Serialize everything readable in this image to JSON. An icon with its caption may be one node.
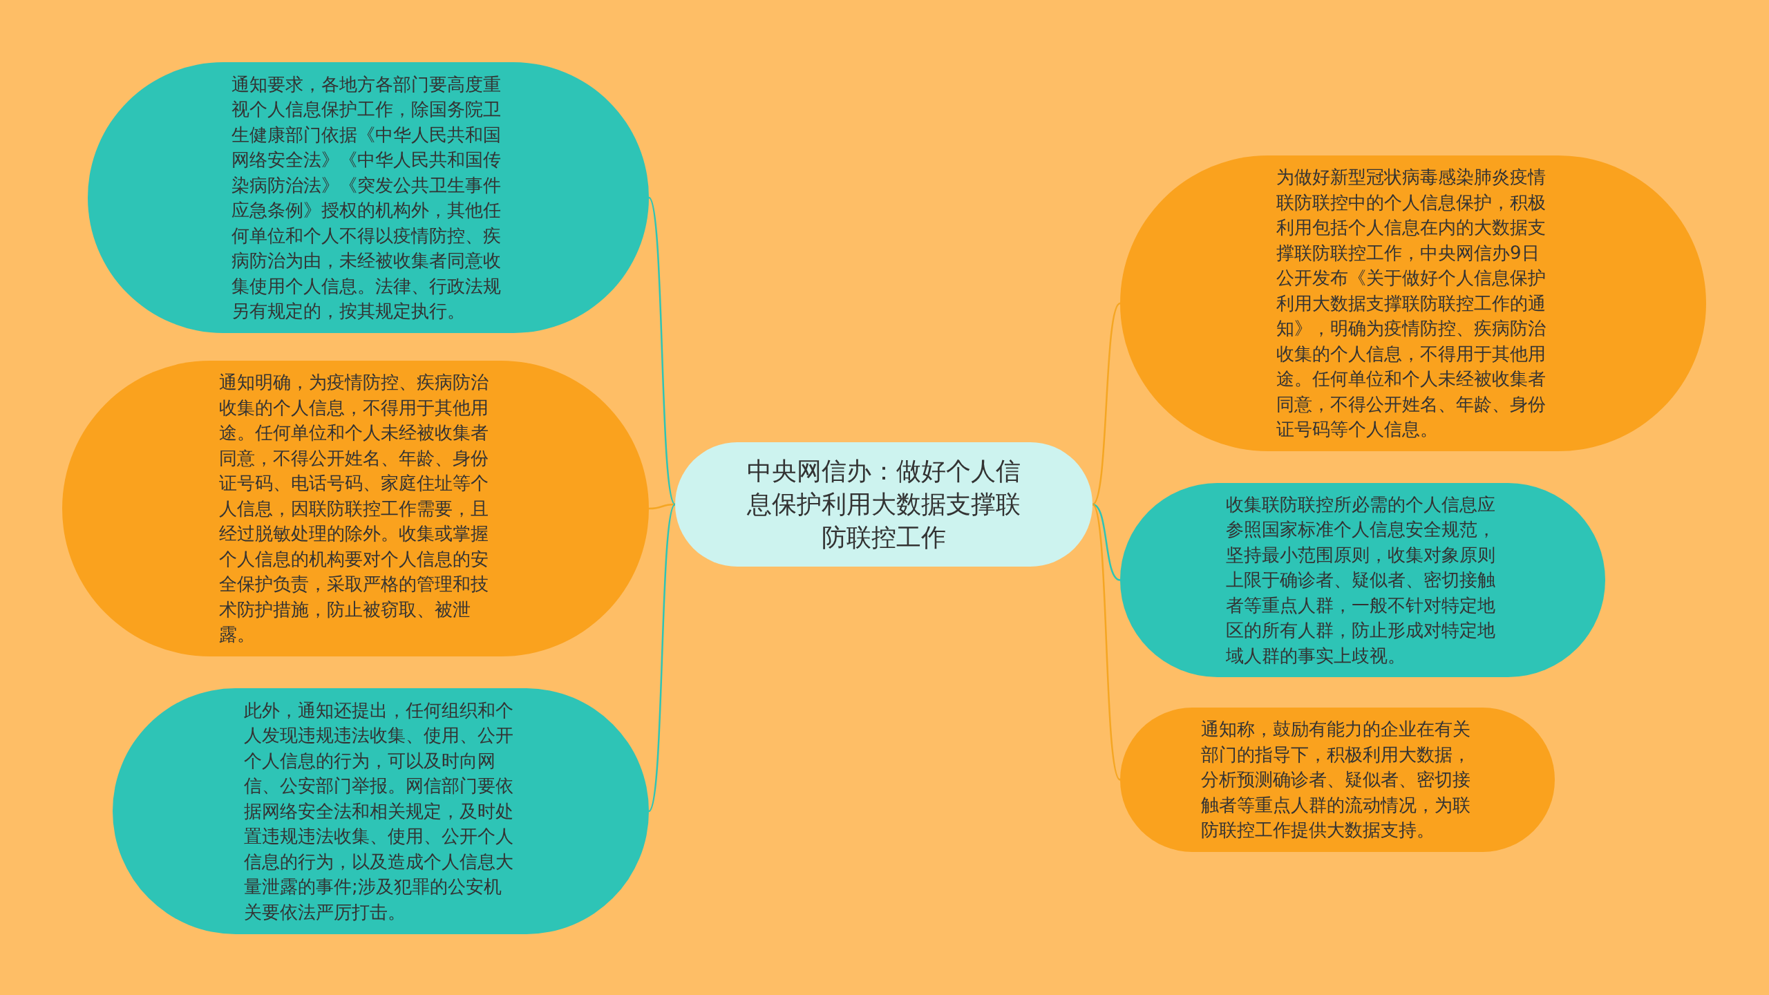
{
  "diagram": {
    "nodes": [
      {
        "text": [
          "中央网信办：做好个人信息保护利用大数据支撑联防联控工作"
        ]
      },
      {
        "text": [
          "通知要求，各地方各部门要高度重视个人信息保护工作，除国务院卫生健康部门依据《中华人民共和国网络安全法》《中华人民共和国传染病防治法》《突发公共卫生事件应急条例》授权的机构外，其他任何单位和个人不得以疫情防控、疾病防治为由，未经被收集者同意收集使用个人信息。法律、行政法规另有规定的，按其规定执行。"
        ]
      },
      {
        "text": [
          "通知明确，为疫情防控、疾病防治收集的个人信息，不得用于其他用途。任何单位和个人未经被收集者同意，不得公开姓名、年龄、身份证号码、电话号码、家庭住址等个人信息，因联防联控工作需要，且经过脱敏处理的除外。收集或掌握个人信息的机构要对个人信息的安全保护负责，采取严格的管理和技术防护措施，防止被窃取、被泄露。"
        ]
      },
      {
        "text": [
          "此外，通知还提出，任何组织和个人发现违规违法收集、使用、公开个人信息的行为，可以及时向网信、公安部门举报。网信部门要依据网络安全法和相关规定，及时处置违规违法收集、使用、公开个人信息的行为，以及造成个人信息大量泄露的事件;涉及犯罪的公安机关要依法严厉打击。"
        ]
      },
      {
        "text": [
          "为做好新型冠状病毒感染肺炎疫情联防联控中的个人信息保护，积极利用包括个人信息在内的大数据支撑联防联控工作，中央网信办9日公开发布《关于做好个人信息保护利用大数据支撑联防联控工作的通知》，明确为疫情防控、疾病防治收集的个人信息，不得用于其他用途。任何单位和个人未经被收集者同意，不得公开姓名、年龄、身份证号码等个人信息。"
        ]
      },
      {
        "text": [
          "收集联防联控所必需的个人信息应参照国家标准个人信息安全规范，坚持最小范围原则，收集对象原则上限于确诊者、疑似者、密切接触者等重点人群，一般不针对特定地区的所有人群，防止形成对特定地域人群的事实上歧视。"
        ]
      },
      {
        "text": [
          "通知称，鼓励有能力的企业在有关部门的指导下，积极利用大数据，分析预测确诊者、疑似者、密切接触者等重点人群的流动情况，为联防联控工作提供大数据支持。"
        ]
      }
    ],
    "edges": [
      {
        "from": 0,
        "to": 1,
        "arrow": "none",
        "color": "#2ec4b6"
      },
      {
        "from": 0,
        "to": 2,
        "arrow": "none",
        "color": "#f5a623"
      },
      {
        "from": 0,
        "to": 3,
        "arrow": "none",
        "color": "#2ec4b6"
      },
      {
        "from": 0,
        "to": 4,
        "arrow": "none",
        "color": "#f5a623"
      },
      {
        "from": 0,
        "to": 5,
        "arrow": "none",
        "color": "#2ec4b6"
      },
      {
        "from": 0,
        "to": 6,
        "arrow": "none",
        "color": "#f5a623"
      }
    ]
  }
}
